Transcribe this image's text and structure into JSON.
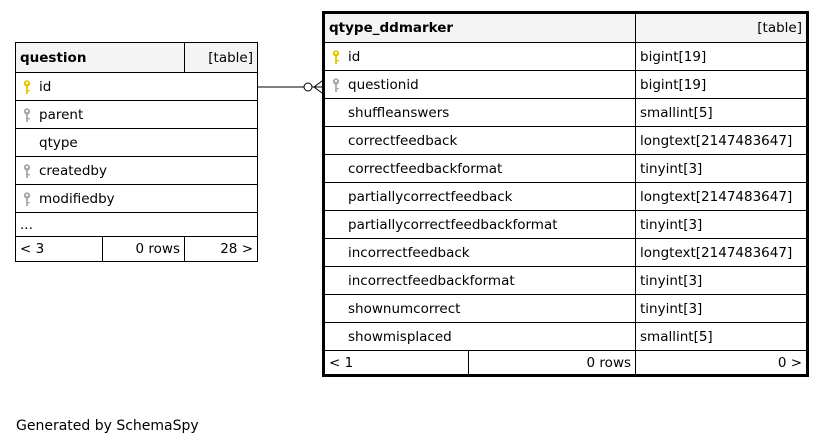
{
  "question_table": {
    "name": "question",
    "type_label": "[table]",
    "columns": [
      {
        "name": "id",
        "key": "primary"
      },
      {
        "name": "parent",
        "key": "foreign"
      },
      {
        "name": "qtype",
        "key": "none"
      },
      {
        "name": "createdby",
        "key": "foreign"
      },
      {
        "name": "modifiedby",
        "key": "foreign"
      }
    ],
    "ellipsis": "...",
    "footer": {
      "parents": "< 3",
      "rows": "0 rows",
      "children": "28 >"
    }
  },
  "ddmarker_table": {
    "name": "qtype_ddmarker",
    "type_label": "[table]",
    "columns": [
      {
        "name": "id",
        "type": "bigint[19]",
        "key": "primary"
      },
      {
        "name": "questionid",
        "type": "bigint[19]",
        "key": "foreign"
      },
      {
        "name": "shuffleanswers",
        "type": "smallint[5]",
        "key": "none"
      },
      {
        "name": "correctfeedback",
        "type": "longtext[2147483647]",
        "key": "none"
      },
      {
        "name": "correctfeedbackformat",
        "type": "tinyint[3]",
        "key": "none"
      },
      {
        "name": "partiallycorrectfeedback",
        "type": "longtext[2147483647]",
        "key": "none"
      },
      {
        "name": "partiallycorrectfeedbackformat",
        "type": "tinyint[3]",
        "key": "none"
      },
      {
        "name": "incorrectfeedback",
        "type": "longtext[2147483647]",
        "key": "none"
      },
      {
        "name": "incorrectfeedbackformat",
        "type": "tinyint[3]",
        "key": "none"
      },
      {
        "name": "shownumcorrect",
        "type": "tinyint[3]",
        "key": "none"
      },
      {
        "name": "showmisplaced",
        "type": "smallint[5]",
        "key": "none"
      }
    ],
    "footer": {
      "parents": "< 1",
      "rows": "0 rows",
      "children": "0 >"
    }
  },
  "colors": {
    "primary_key": "#e6c700",
    "foreign_key": "#a8a8a8",
    "header_bg": "#f4f4f4"
  },
  "footer_text": "Generated by SchemaSpy"
}
